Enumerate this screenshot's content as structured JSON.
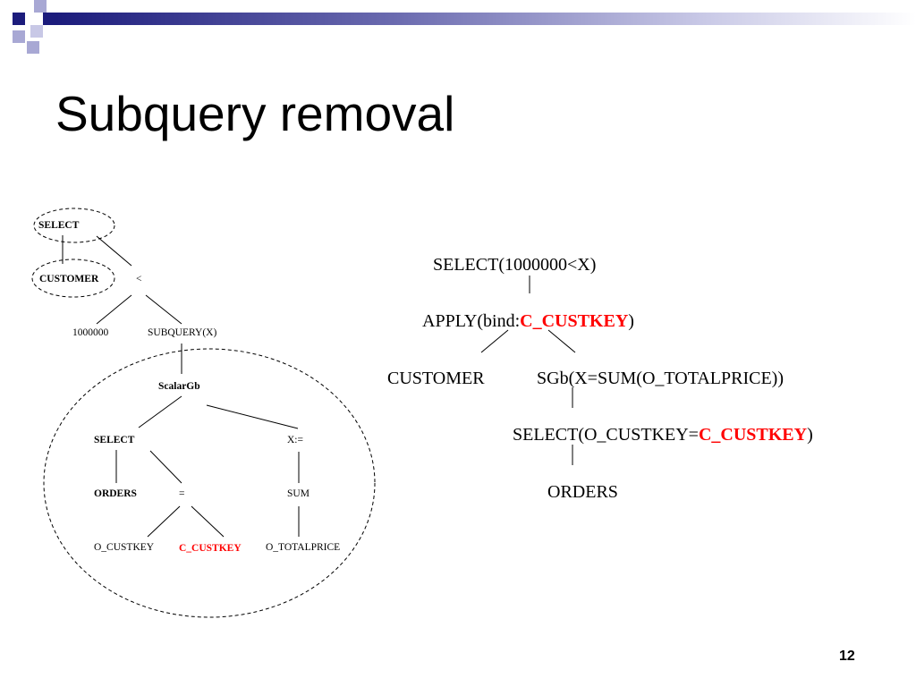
{
  "slide": {
    "title": "Subquery removal",
    "page_number": "12",
    "colors": {
      "accent_dark": "#1c1c7c",
      "accent_light": "#9f9fd0",
      "highlight": "#ff0000",
      "line": "#000000"
    }
  },
  "tree": {
    "select_top": "SELECT",
    "customer": "CUSTOMER",
    "lt": "<",
    "const": "1000000",
    "subquery": "SUBQUERY(X)",
    "scalargb": "ScalarGb",
    "select_inner": "SELECT",
    "x_assign": "X:=",
    "orders": "ORDERS",
    "eq": "=",
    "sum": "SUM",
    "o_custkey": "O_CUSTKEY",
    "c_custkey": "C_CUSTKEY",
    "o_totalprice": "O_TOTALPRICE"
  },
  "plan": {
    "select_filter": "SELECT(1000000<X)",
    "apply_prefix": "APPLY(bind:",
    "apply_key": "C_CUSTKEY",
    "apply_suffix": ")",
    "customer": "CUSTOMER",
    "sgb": "SGb(X=SUM(O_TOTALPRICE))",
    "select_prefix": "SELECT(O_CUSTKEY=",
    "select_key": "C_CUSTKEY",
    "select_suffix": ")",
    "orders": "ORDERS"
  }
}
